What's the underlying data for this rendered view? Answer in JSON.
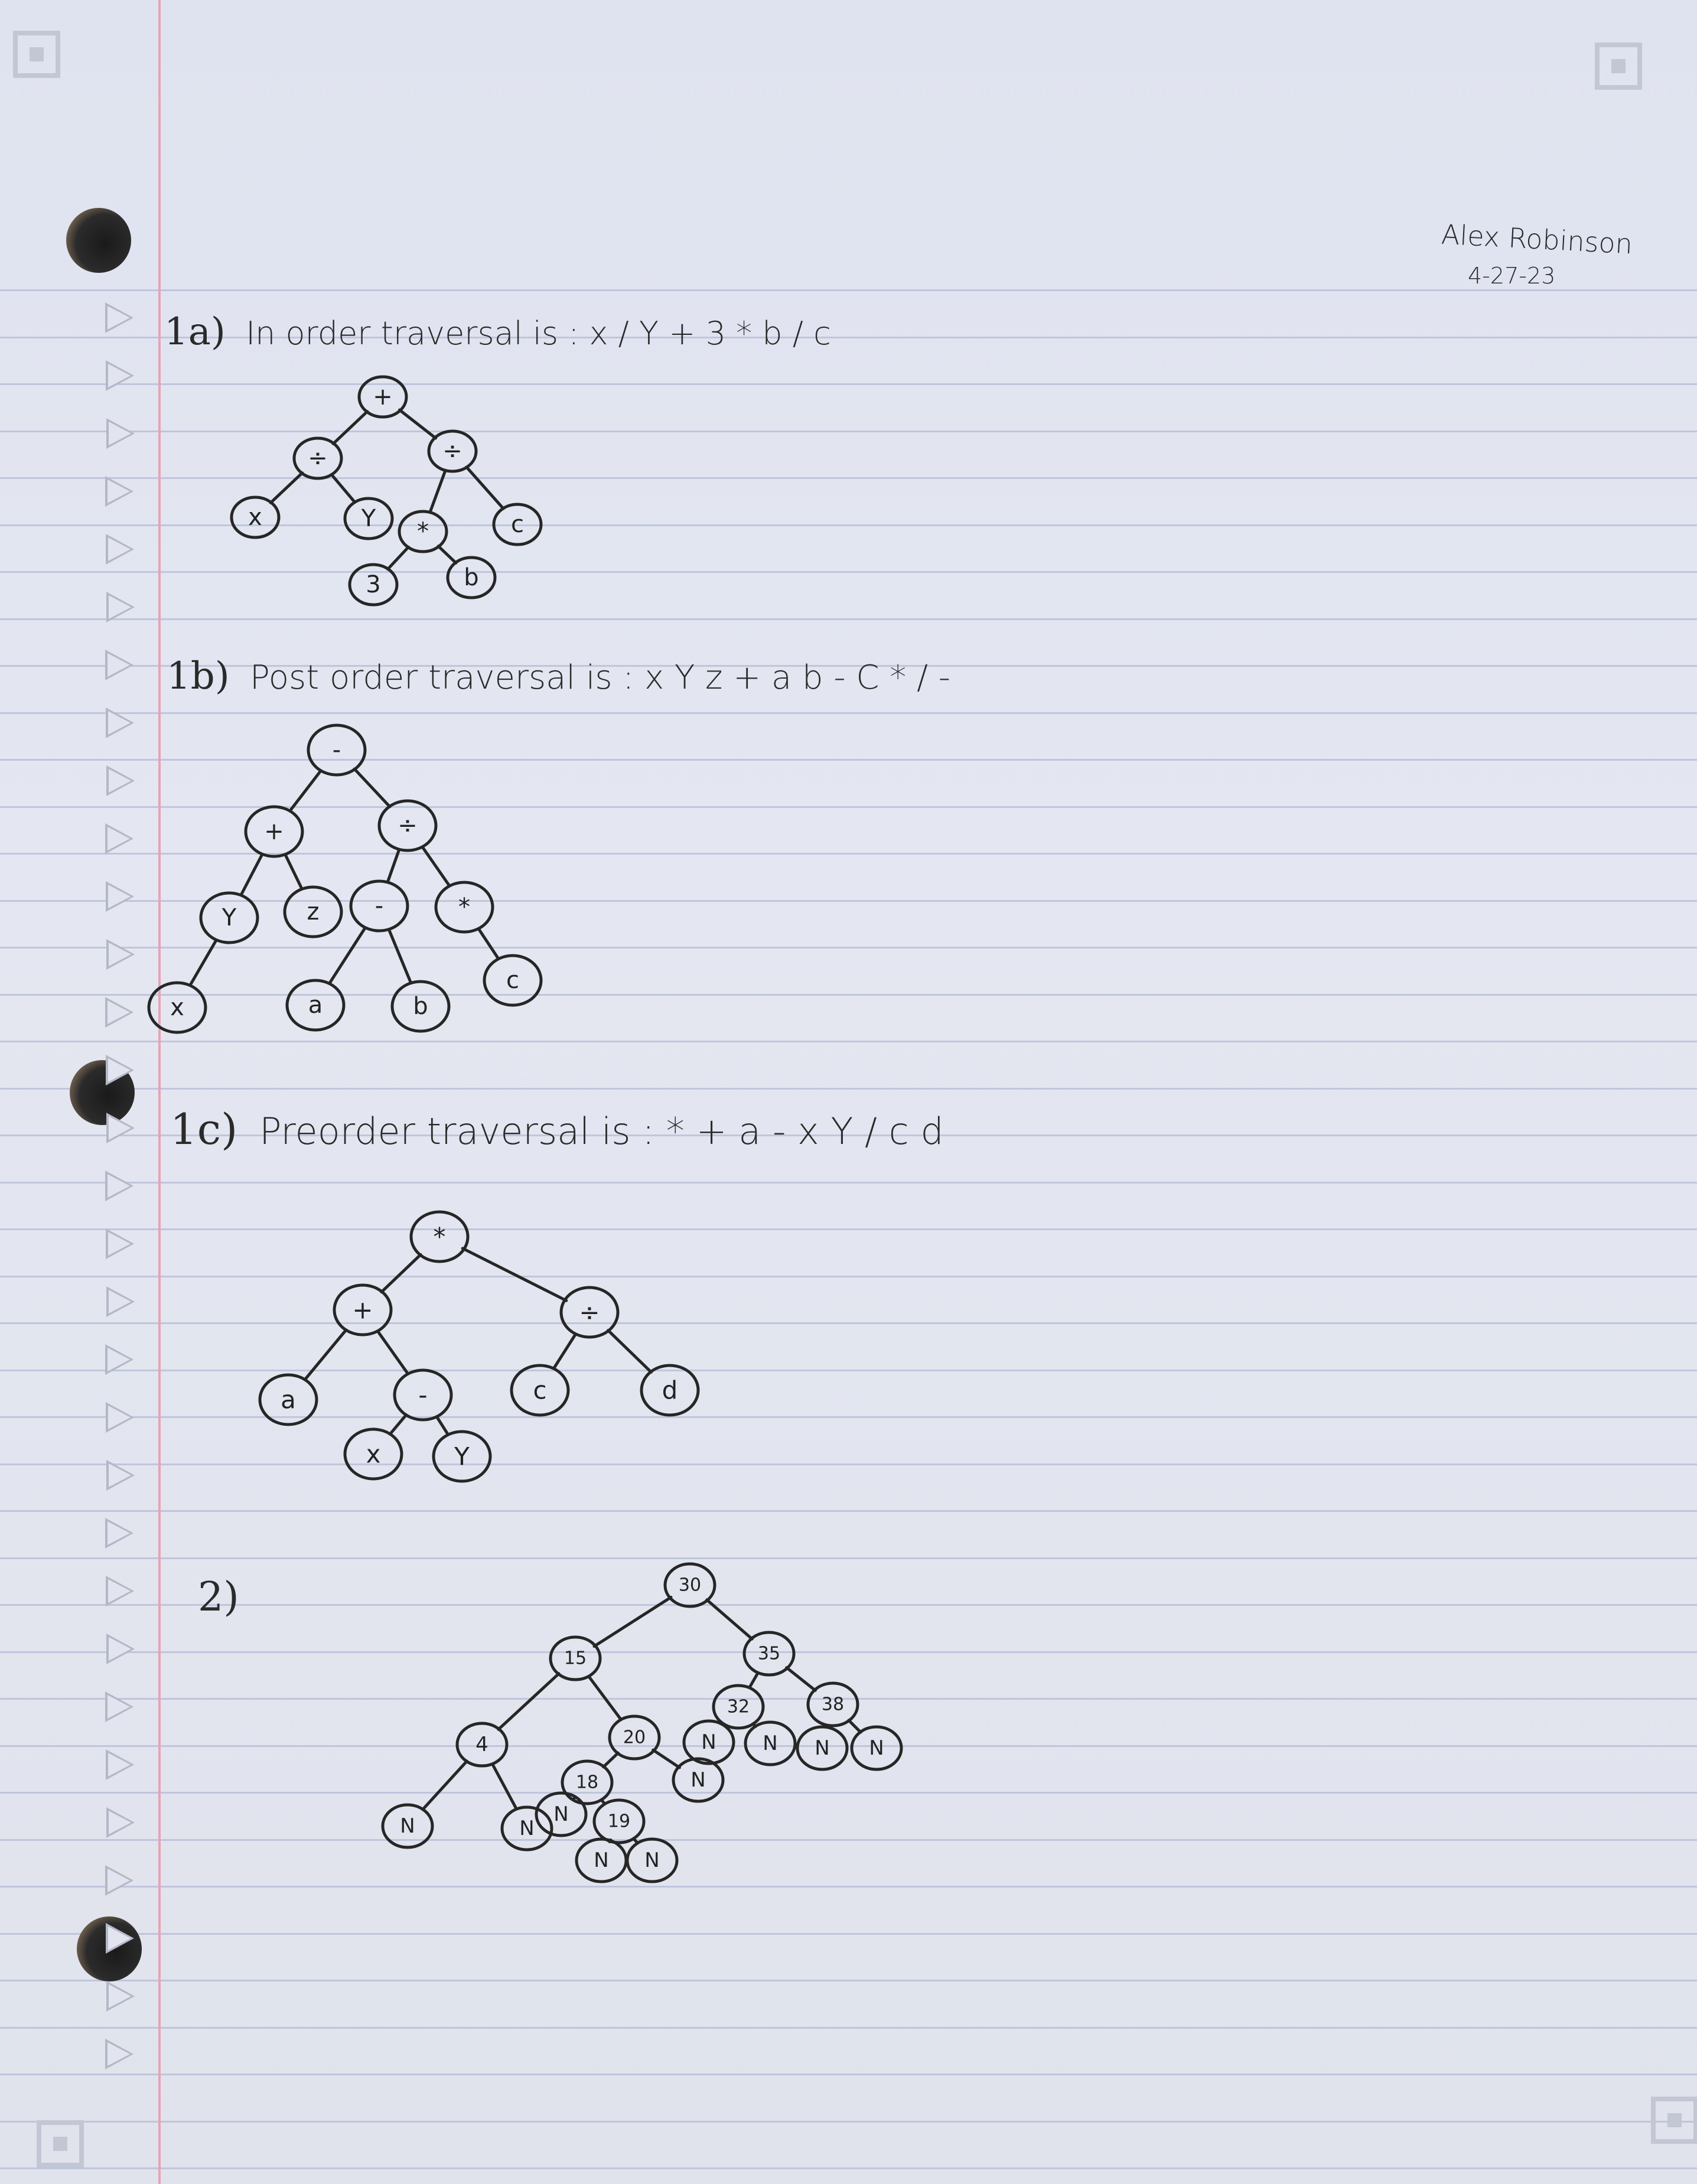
{
  "header": {
    "name": "Alex Robinson",
    "date": "4-27-23"
  },
  "problems": [
    {
      "label": "1a)",
      "text": "In order traversal is : x / Y + 3 * b / c"
    },
    {
      "label": "1b)",
      "text": "Post order traversal is : x Y z + a b - C * / -"
    },
    {
      "label": "1c)",
      "text": "Preorder traversal is : * + a - x Y / c d"
    },
    {
      "label": "2)",
      "text": ""
    }
  ],
  "trees": {
    "t1a": {
      "nodes": [
        "+",
        "÷",
        "÷",
        "x",
        "Y",
        "*",
        "c",
        "3",
        "b"
      ],
      "edges": [
        [
          0,
          1
        ],
        [
          0,
          2
        ],
        [
          1,
          3
        ],
        [
          1,
          4
        ],
        [
          2,
          5
        ],
        [
          2,
          6
        ],
        [
          5,
          7
        ],
        [
          5,
          8
        ]
      ]
    },
    "t1b": {
      "nodes": [
        "-",
        "+",
        "÷",
        "Y",
        "z",
        "-",
        "*",
        "x",
        "a",
        "b",
        "c"
      ],
      "edges": [
        [
          0,
          1
        ],
        [
          0,
          2
        ],
        [
          1,
          3
        ],
        [
          1,
          4
        ],
        [
          2,
          5
        ],
        [
          2,
          6
        ],
        [
          3,
          7
        ],
        [
          5,
          8
        ],
        [
          5,
          9
        ],
        [
          6,
          10
        ]
      ]
    },
    "t1c": {
      "nodes": [
        "*",
        "+",
        "÷",
        "a",
        "-",
        "c",
        "d",
        "x",
        "Y"
      ],
      "edges": [
        [
          0,
          1
        ],
        [
          0,
          2
        ],
        [
          1,
          3
        ],
        [
          1,
          4
        ],
        [
          2,
          5
        ],
        [
          2,
          6
        ],
        [
          4,
          7
        ],
        [
          4,
          8
        ]
      ]
    },
    "t2": {
      "nodes": [
        "30",
        "15",
        "35",
        "4",
        "20",
        "32",
        "38",
        "N",
        "N",
        "18",
        "N",
        "N",
        "19",
        "N",
        "N",
        "N",
        "N",
        "N",
        "N"
      ],
      "edges": [
        [
          0,
          1
        ],
        [
          0,
          2
        ],
        [
          1,
          3
        ],
        [
          1,
          4
        ],
        [
          2,
          5
        ],
        [
          2,
          6
        ],
        [
          3,
          7
        ],
        [
          3,
          8
        ],
        [
          4,
          9
        ],
        [
          4,
          10
        ],
        [
          9,
          11
        ],
        [
          9,
          12
        ],
        [
          12,
          13
        ],
        [
          12,
          14
        ],
        [
          5,
          15
        ],
        [
          5,
          16
        ],
        [
          6,
          17
        ],
        [
          6,
          18
        ]
      ]
    }
  }
}
